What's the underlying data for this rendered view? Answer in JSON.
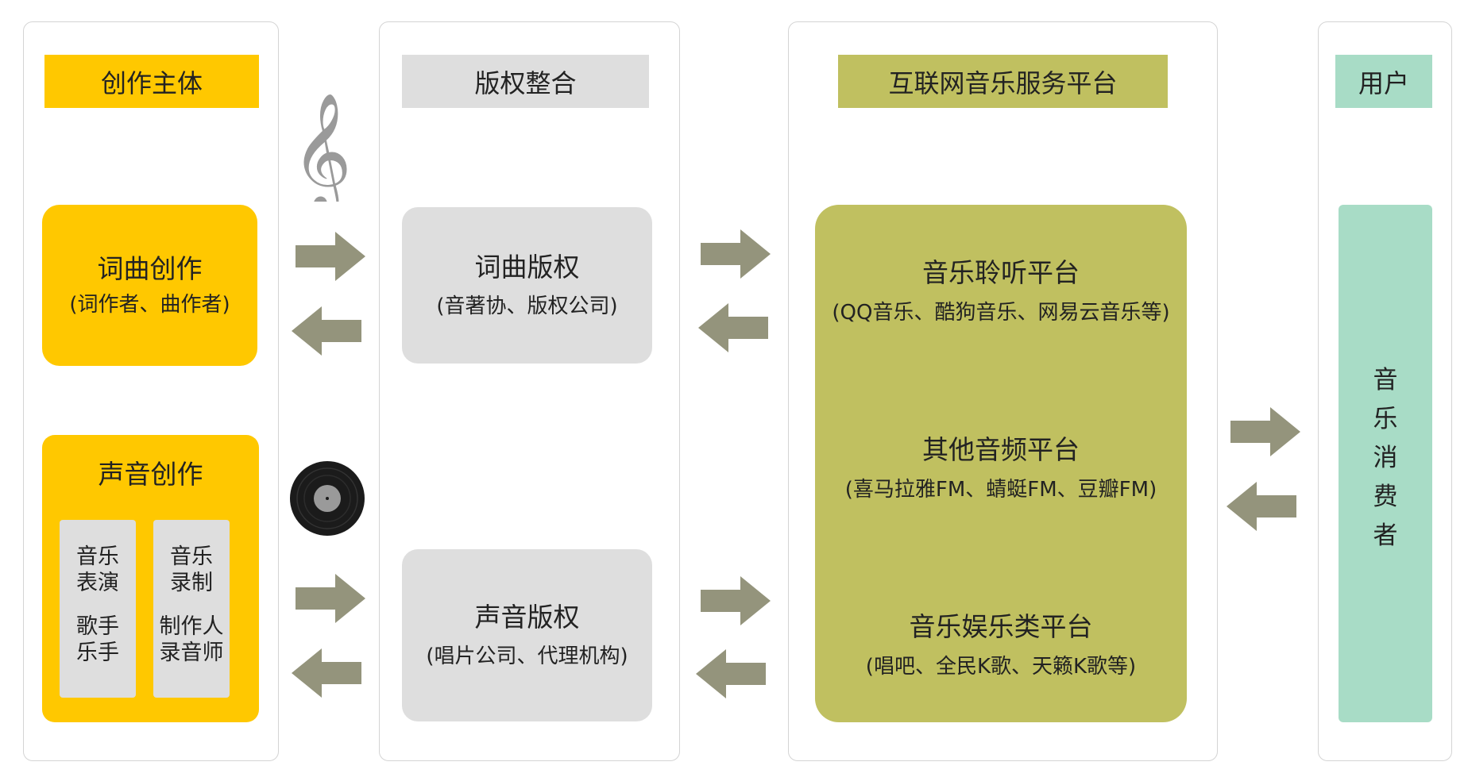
{
  "colors": {
    "creator": "#ffc800",
    "copyright": "#dedede",
    "platform": "#c0c060",
    "user": "#a8dcc6",
    "arrow": "#94947c"
  },
  "icons": [
    "treble-clef-icon",
    "vinyl-record-icon"
  ],
  "columns": {
    "creators": {
      "header": "创作主体",
      "lyric_music": {
        "title": "词曲创作",
        "subtitle": "(词作者、曲作者)"
      },
      "sound": {
        "title": "声音创作",
        "performance": {
          "line1": "音乐",
          "line2": "表演",
          "line3": "歌手",
          "line4": "乐手"
        },
        "recording": {
          "line1": "音乐",
          "line2": "录制",
          "line3": "制作人",
          "line4": "录音师"
        }
      }
    },
    "copyright": {
      "header": "版权整合",
      "lyric_music": {
        "title": "词曲版权",
        "subtitle": "(音著协、版权公司)"
      },
      "sound": {
        "title": "声音版权",
        "subtitle": "(唱片公司、代理机构)"
      }
    },
    "platforms": {
      "header": "互联网音乐服务平台",
      "listening": {
        "title": "音乐聆听平台",
        "subtitle": "(QQ音乐、酷狗音乐、网易云音乐等)"
      },
      "audio": {
        "title": "其他音频平台",
        "subtitle": "(喜马拉雅FM、蜻蜓FM、豆瓣FM)"
      },
      "entertainment": {
        "title": "音乐娱乐类平台",
        "subtitle": "(唱吧、全民K歌、天籁K歌等)"
      }
    },
    "users": {
      "header": "用户",
      "consumer": [
        "音",
        "乐",
        "消",
        "费",
        "者"
      ]
    }
  }
}
